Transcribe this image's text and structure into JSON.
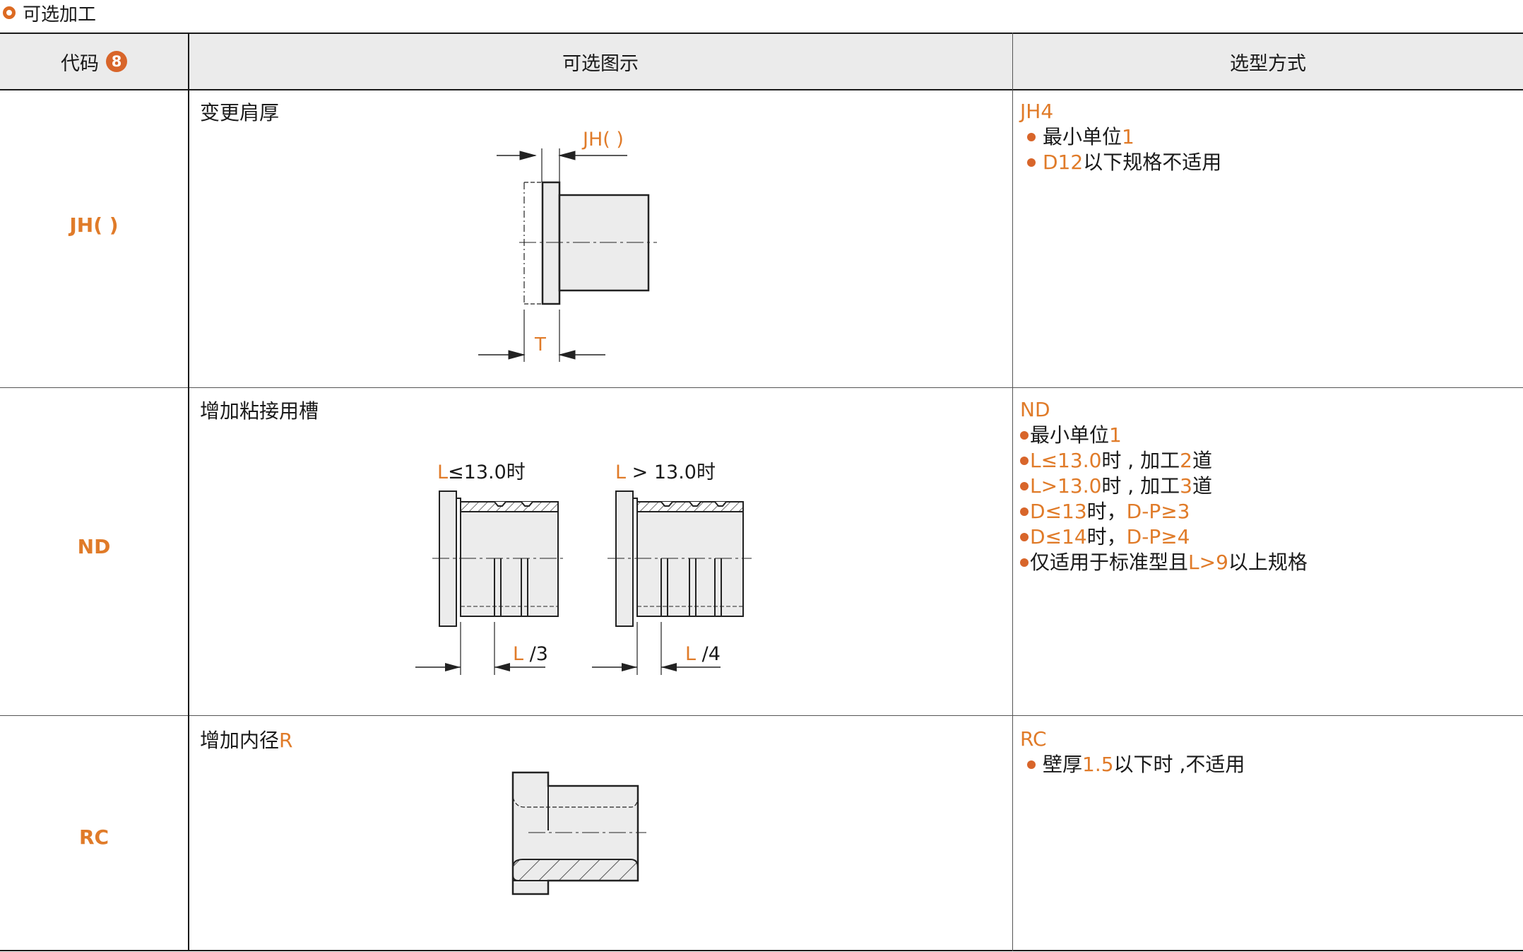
{
  "section_title": "可选加工",
  "header": {
    "code": "代码",
    "badge": "8",
    "figure": "可选图示",
    "selection": "选型方式"
  },
  "rows": [
    {
      "code": "JH(  )",
      "figure_title": "变更肩厚",
      "fig_labels": {
        "jh": "JH( )",
        "t": "T"
      },
      "desc_title": "JH4",
      "bullets": [
        {
          "parts": [
            {
              "t": "最小单位",
              "o": false
            },
            {
              "t": "1",
              "o": true
            }
          ]
        },
        {
          "parts": [
            {
              "t": "D12",
              "o": true
            },
            {
              "t": "以下规格不适用",
              "o": false
            }
          ]
        }
      ]
    },
    {
      "code": "ND",
      "figure_title": "增加粘接用槽",
      "fig_labels": {
        "left_l": "L",
        "left_cond": "≤13.0时",
        "right_l": "L",
        "right_cond": " > 13.0时",
        "left_frac_l": "L",
        "left_frac": " /3",
        "right_frac_l": "L",
        "right_frac": " /4"
      },
      "desc_title": "ND",
      "bullets": [
        {
          "parts": [
            {
              "t": "最小单位",
              "o": false
            },
            {
              "t": "1",
              "o": true
            }
          ]
        },
        {
          "parts": [
            {
              "t": "L≤13.0",
              "o": true
            },
            {
              "t": "时 , 加工",
              "o": false
            },
            {
              "t": "2",
              "o": true
            },
            {
              "t": "道",
              "o": false
            }
          ]
        },
        {
          "parts": [
            {
              "t": "L>13.0",
              "o": true
            },
            {
              "t": "时 , 加工",
              "o": false
            },
            {
              "t": "3",
              "o": true
            },
            {
              "t": "道",
              "o": false
            }
          ]
        },
        {
          "parts": [
            {
              "t": "D≤13",
              "o": true
            },
            {
              "t": "时，",
              "o": false
            },
            {
              "t": " D-P≥3",
              "o": true
            }
          ]
        },
        {
          "parts": [
            {
              "t": "D≤14",
              "o": true
            },
            {
              "t": "时，",
              "o": false
            },
            {
              "t": " D-P≥4",
              "o": true
            }
          ]
        },
        {
          "parts": [
            {
              "t": "仅适用于标准型且",
              "o": false
            },
            {
              "t": "L>9",
              "o": true
            },
            {
              "t": "以上规格",
              "o": false
            }
          ]
        }
      ]
    },
    {
      "code": "RC",
      "figure_title": "增加内径",
      "figure_title_suffix": "R",
      "desc_title": "RC",
      "bullets": [
        {
          "parts": [
            {
              "t": "壁厚",
              "o": false
            },
            {
              "t": "1.5",
              "o": true
            },
            {
              "t": "以下时 ,不适用",
              "o": false
            }
          ]
        }
      ]
    }
  ],
  "colors": {
    "accent": "#e07b29",
    "badge": "#d8652a",
    "header_bg": "#ebebeb"
  }
}
